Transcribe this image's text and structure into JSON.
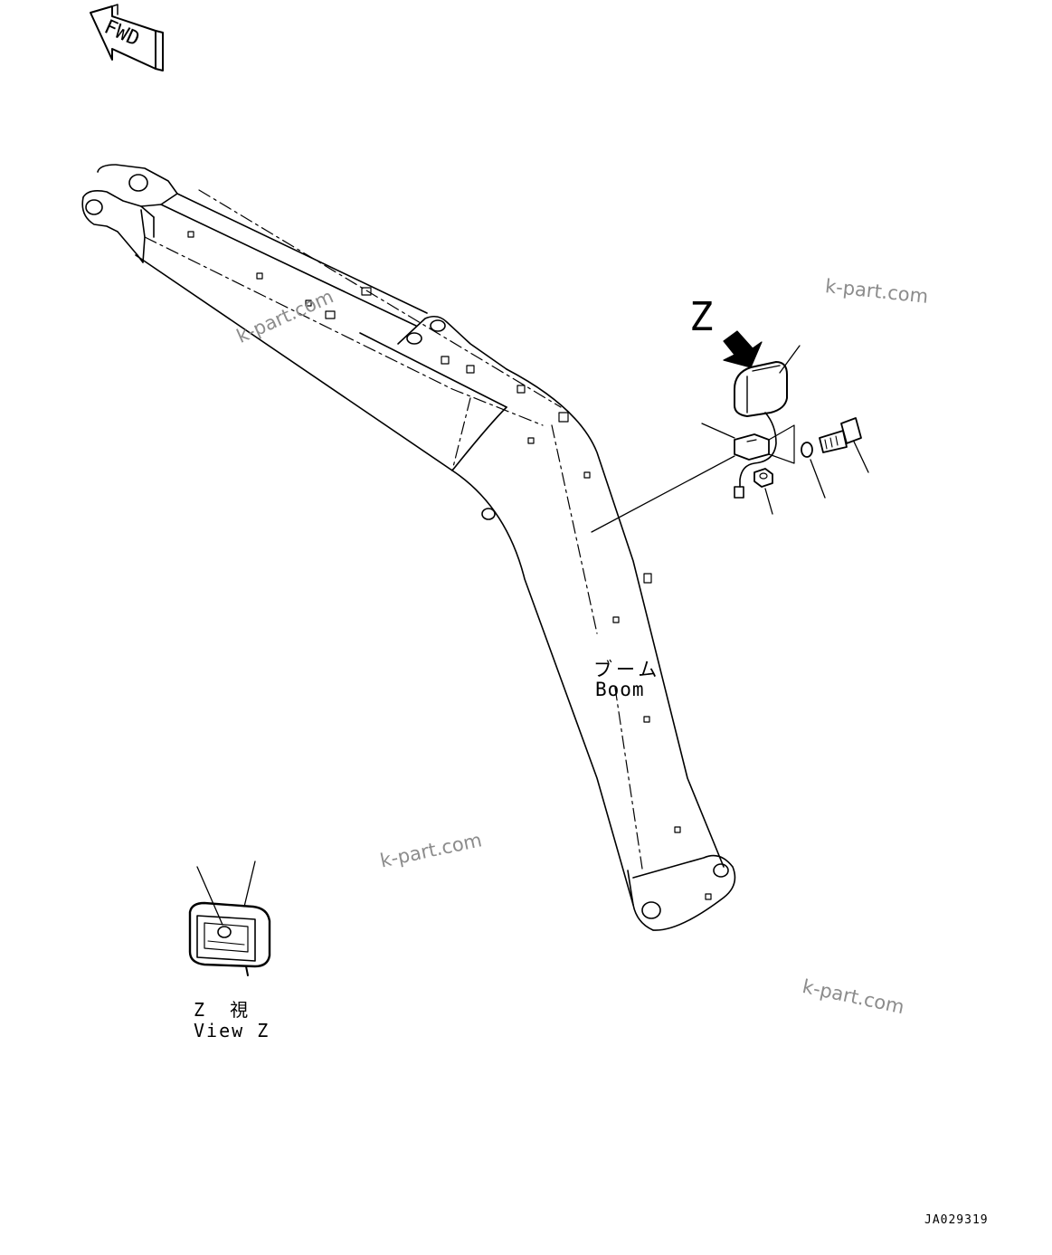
{
  "fwd_label": "FWD",
  "view_letter": "Z",
  "boom_label_jp": "ブーム",
  "boom_label_en": "Boom",
  "view_caption_jp": "Z 視",
  "view_caption_en": "View Z",
  "drawing_number": "JA029319",
  "watermarks": [
    "k-part.com",
    "k-part.com",
    "k-part.com",
    "k-part.com"
  ]
}
